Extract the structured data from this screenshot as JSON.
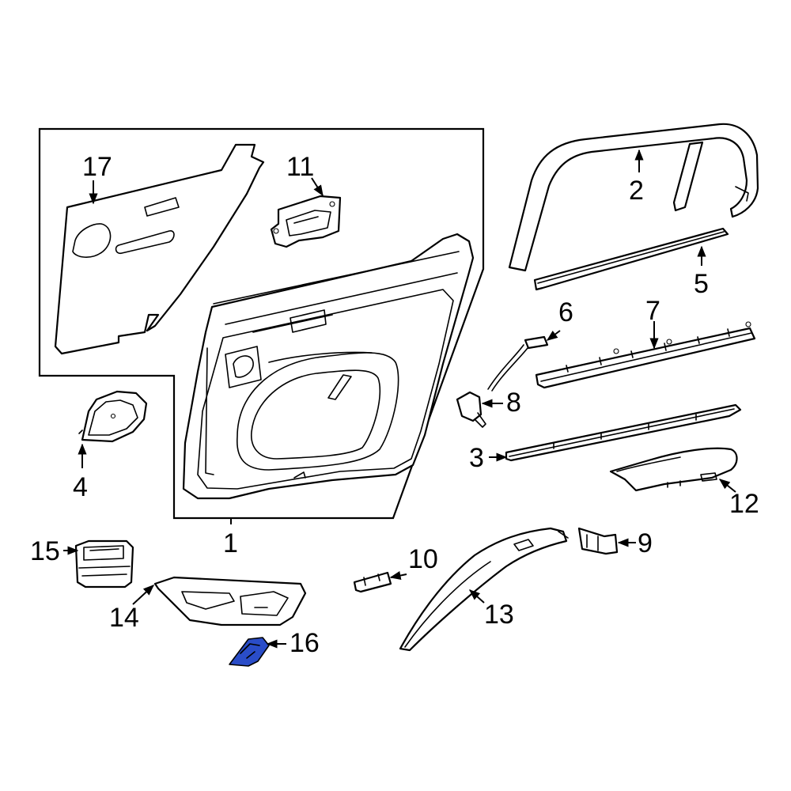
{
  "diagram": {
    "highlight_color": "#2a4dc8",
    "callouts": {
      "c1": "1",
      "c2": "2",
      "c3": "3",
      "c4": "4",
      "c5": "5",
      "c6": "6",
      "c7": "7",
      "c8": "8",
      "c9": "9",
      "c10": "10",
      "c11": "11",
      "c12": "12",
      "c13": "13",
      "c14": "14",
      "c15": "15",
      "c16": "16",
      "c17": "17"
    }
  }
}
